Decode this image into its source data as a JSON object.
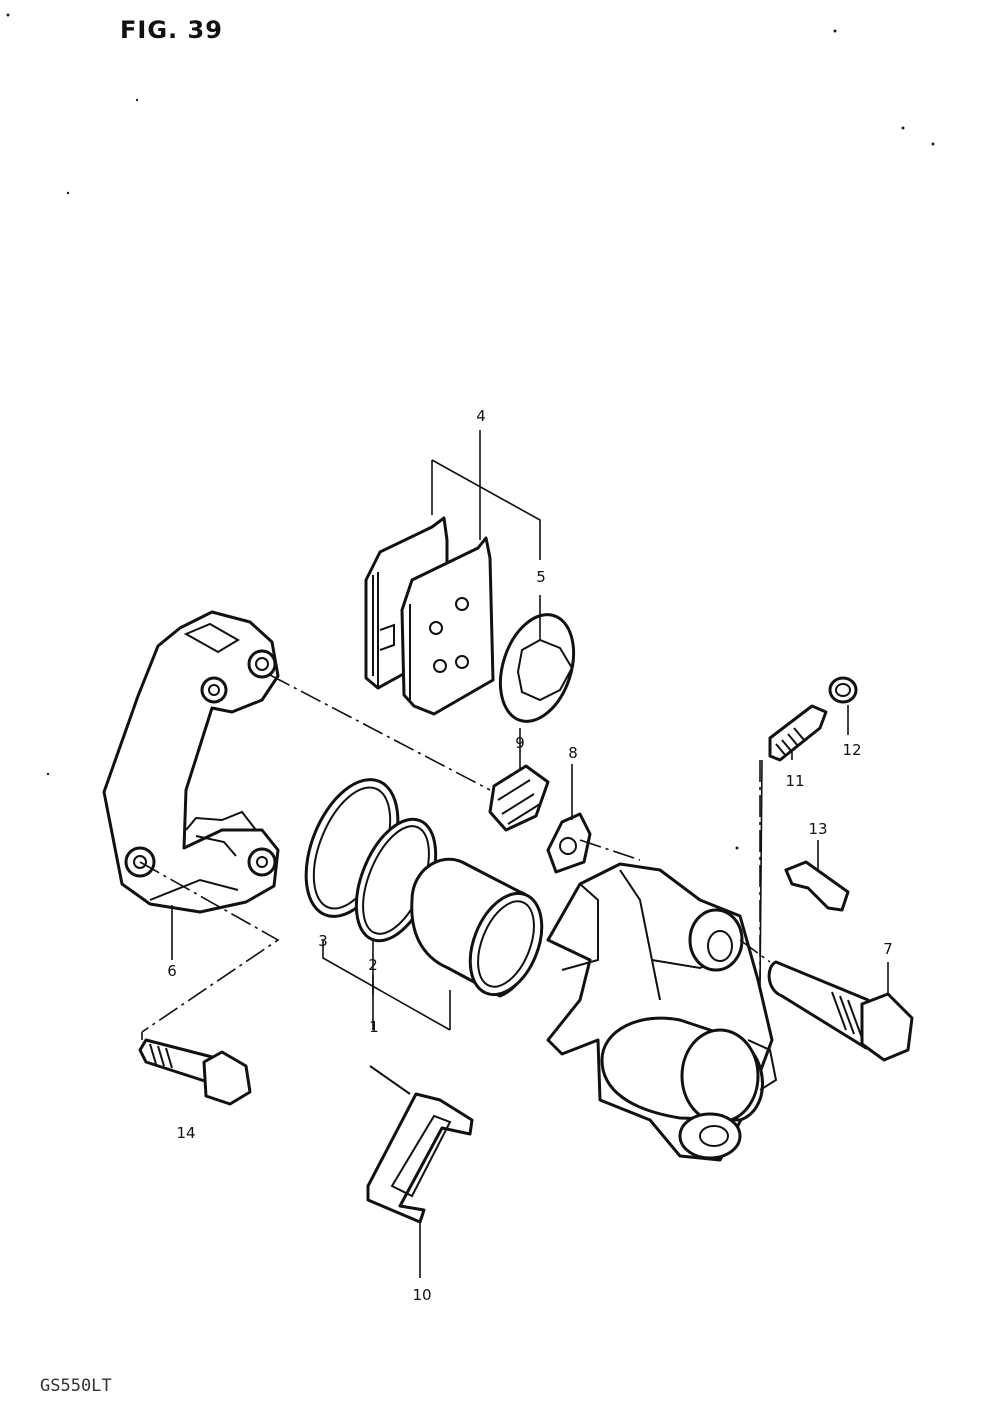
{
  "figure": {
    "title": "FIG. 39",
    "model_code": "GS550LT"
  },
  "callouts": [
    {
      "id": "1",
      "text": "1"
    },
    {
      "id": "2",
      "text": "2"
    },
    {
      "id": "3",
      "text": "3"
    },
    {
      "id": "4",
      "text": "4"
    },
    {
      "id": "5",
      "text": "5"
    },
    {
      "id": "6",
      "text": "6"
    },
    {
      "id": "7",
      "text": "7"
    },
    {
      "id": "8",
      "text": "8"
    },
    {
      "id": "9",
      "text": "9"
    },
    {
      "id": "10",
      "text": "10"
    },
    {
      "id": "11",
      "text": "11"
    },
    {
      "id": "12",
      "text": "12"
    },
    {
      "id": "13",
      "text": "13"
    },
    {
      "id": "14",
      "text": "14"
    }
  ]
}
